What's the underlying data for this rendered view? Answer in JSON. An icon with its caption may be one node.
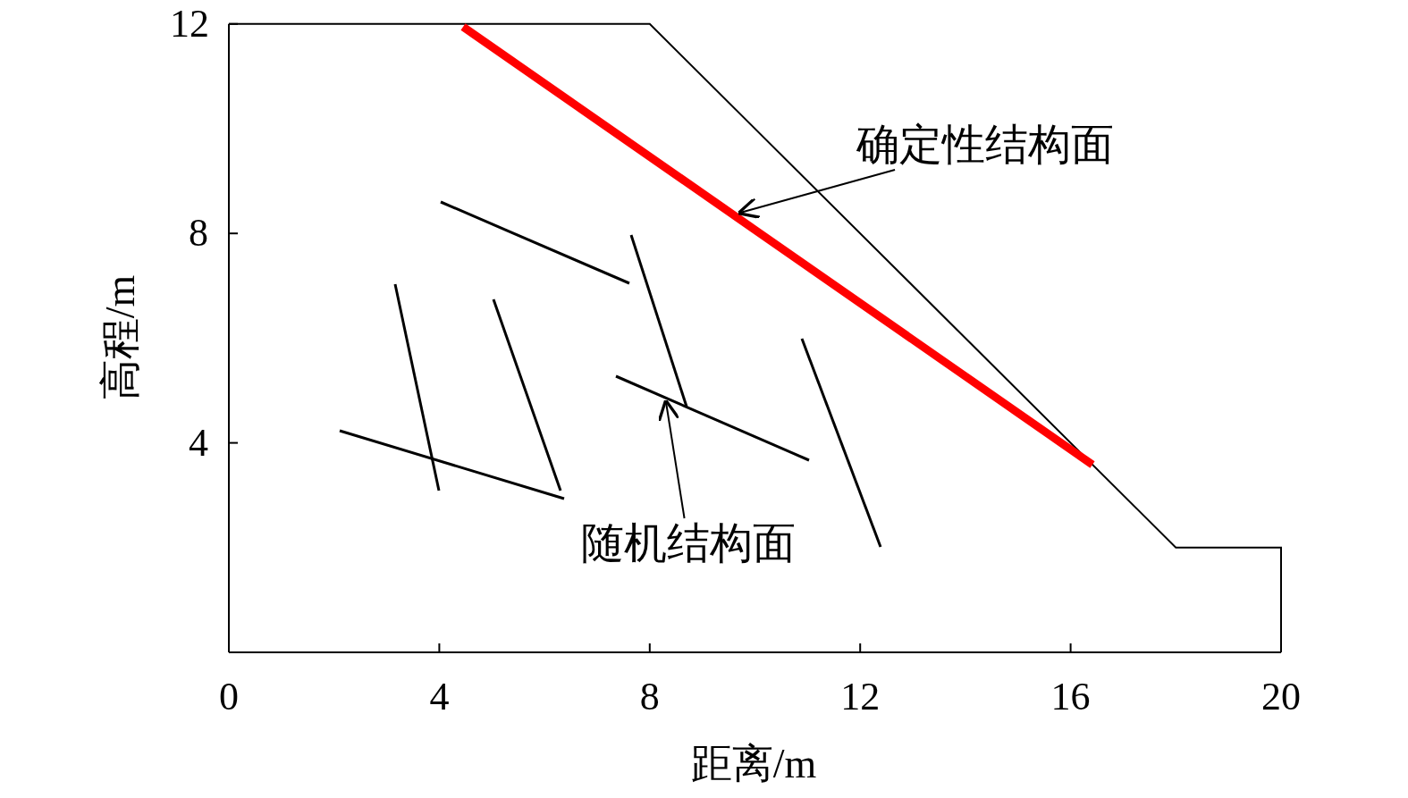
{
  "diagram": {
    "nodes": [
      {
        "text": [
          "确定性结构面"
        ]
      },
      {
        "text": [
          "随机结构面"
        ]
      }
    ],
    "edges": [
      {
        "from": 0,
        "to": null,
        "arrow": "to"
      },
      {
        "from": 1,
        "to": null,
        "arrow": "to"
      }
    ],
    "labels": [
      "12",
      "8",
      "4",
      "高程/m",
      "0",
      "4",
      "8",
      "12",
      "16",
      "20",
      "距离/m"
    ]
  }
}
